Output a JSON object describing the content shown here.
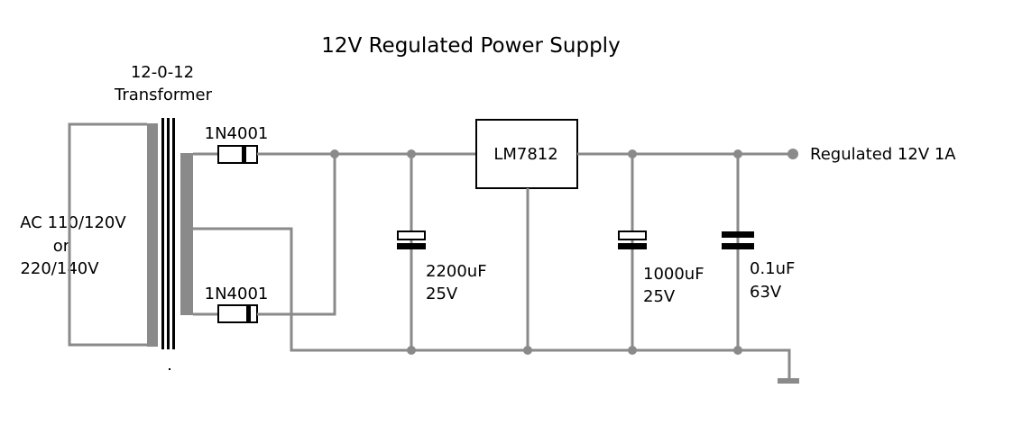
{
  "title": "12V Regulated Power Supply",
  "transformer": {
    "line1": "12-0-12",
    "line2": "Transformer"
  },
  "ac_input": {
    "line1": "AC 110/120V",
    "line2": "or",
    "line3": "220/140V"
  },
  "diodes": [
    {
      "label": "1N4001"
    },
    {
      "label": "1N4001"
    }
  ],
  "regulator": {
    "label": "LM7812"
  },
  "capacitors": [
    {
      "value": "2200uF",
      "voltage": "25V",
      "type": "polarized"
    },
    {
      "value": "1000uF",
      "voltage": "25V",
      "type": "polarized"
    },
    {
      "value": "0.1uF",
      "voltage": "63V",
      "type": "ceramic"
    }
  ],
  "output": {
    "label": "Regulated 12V 1A"
  },
  "colors": {
    "wire": "#8a8a8a",
    "component": "#000000",
    "background": "#ffffff"
  }
}
